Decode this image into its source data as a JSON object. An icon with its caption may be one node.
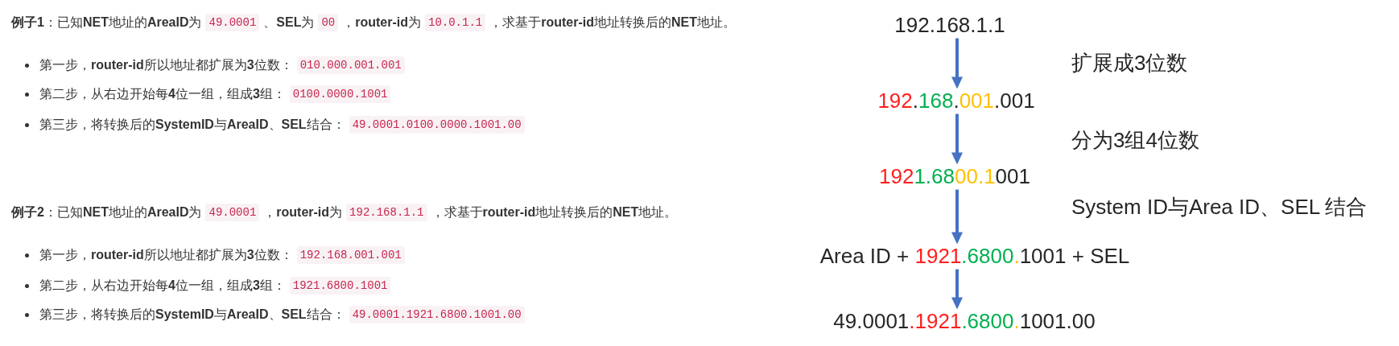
{
  "diagram": {
    "nodes": [
      {
        "text": [
          "192.168.1.1"
        ]
      },
      {
        "text": [
          "192.168.001.001"
        ]
      },
      {
        "text": [
          "1921.6800.1001"
        ]
      },
      {
        "text": [
          "Area ID + 1921.6800.1001 + SEL"
        ]
      },
      {
        "text": [
          "49.0001.1921.6800.1001.00"
        ]
      }
    ],
    "edges": [
      {
        "from": 0,
        "to": 1,
        "arrow": "to"
      },
      {
        "from": 1,
        "to": 2,
        "arrow": "to"
      },
      {
        "from": 2,
        "to": 3,
        "arrow": "to"
      },
      {
        "from": 3,
        "to": 4,
        "arrow": "to"
      }
    ],
    "labels": [
      "**例子1**：已知**NET**地址的**AreaID**为",
      "49.0001",
      "、**SEL**为",
      "00",
      "，**router-id**为",
      "10.0.1.1",
      "，求基于**router-id**地址转换后的**NET**地址。",
      "第一步，**router-id**所以地址都扩展为**3**位数：",
      "010.000.001.001",
      "第二步，从右边开始每**4**位一组，组成**3**组：",
      "0100.0000.1001",
      "第三步，将转换后的**SystemID**与**AreaID**、**SEL**结合：",
      "49.0001.0100.0000.1001.00",
      "**例子2**：已知**NET**地址的**AreaID**为",
      "49.0001",
      "，**router-id**为",
      "192.168.1.1",
      "，求基于**router-id**地址转换后的**NET**地址。",
      "第一步，**router-id**所以地址都扩展为**3**位数：",
      "192.168.001.001",
      "第二步，从右边开始每**4**位一组，组成**3**组：",
      "1921.6800.1001",
      "第三步，将转换后的**SystemID**与**AreaID**、**SEL**结合：",
      "49.0001.1921.6800.1001.00",
      "扩展成3位数",
      "分为3组4位数",
      "System ID与Area ID、SEL 结合"
    ]
  }
}
